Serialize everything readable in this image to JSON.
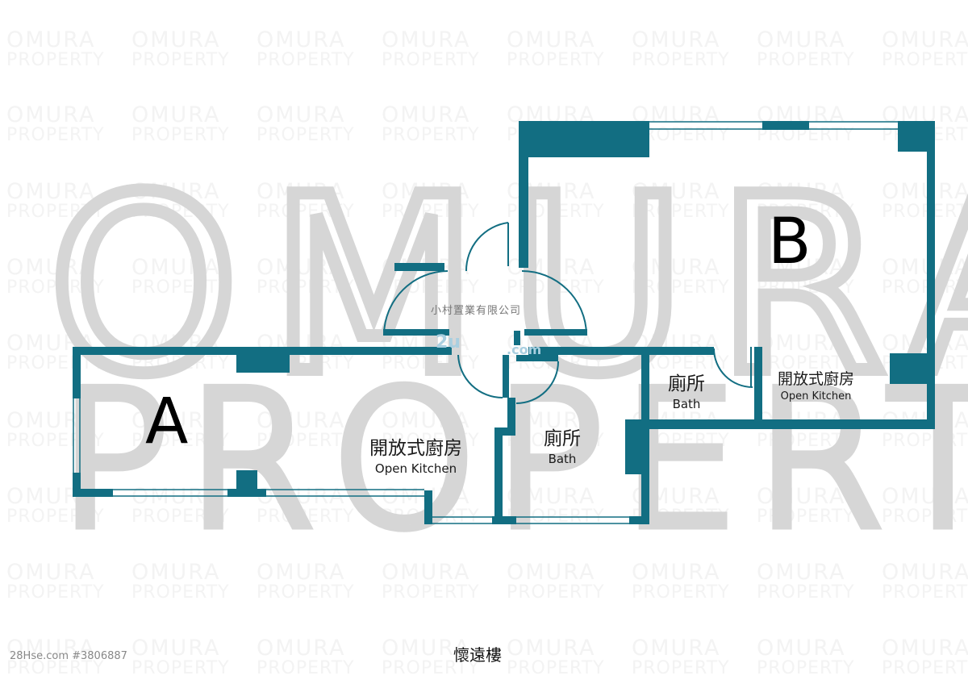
{
  "watermark": {
    "tile_line1": "OMURA",
    "tile_line2": "PROPERTY",
    "big_line1": "OMURA",
    "big_line2": "PROPERTY"
  },
  "colors": {
    "wall": "#126e82",
    "background": "#ffffff",
    "watermark_big": "#d6d6d6",
    "watermark_tile": "#f3f3f3"
  },
  "floorplan": {
    "company_label": "小村置業有限公司",
    "site_ghost_left": "2u",
    "site_ghost_right": ".com",
    "units": [
      {
        "id": "A",
        "letter": "A",
        "rooms": [
          {
            "label_zh": "開放式廚房",
            "label_en": "Open Kitchen"
          },
          {
            "label_zh": "廁所",
            "label_en": "Bath"
          }
        ]
      },
      {
        "id": "B",
        "letter": "B",
        "rooms": [
          {
            "label_zh": "廁所",
            "label_en": "Bath"
          },
          {
            "label_zh": "開放式廚房",
            "label_en": "Open Kitchen"
          }
        ]
      }
    ],
    "building_name": "懷遠樓"
  },
  "footer": {
    "listing_id": "28Hse.com #3806887"
  }
}
